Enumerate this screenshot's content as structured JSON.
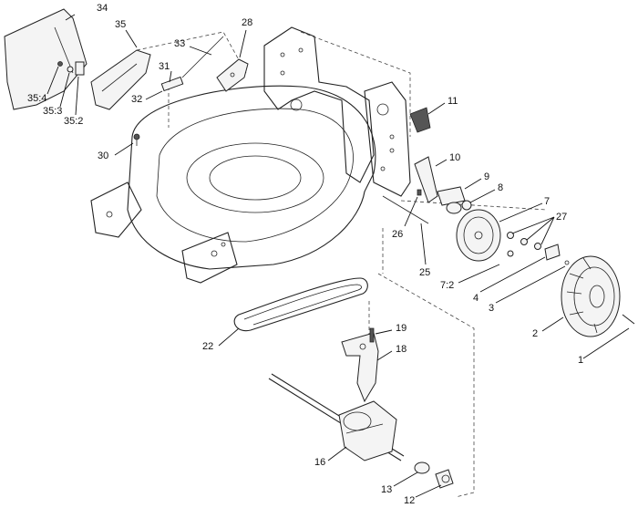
{
  "callouts": [
    {
      "id": "c1",
      "text": "1"
    },
    {
      "id": "c2",
      "text": "2"
    },
    {
      "id": "c3",
      "text": "3"
    },
    {
      "id": "c4",
      "text": "4"
    },
    {
      "id": "c7",
      "text": "7"
    },
    {
      "id": "c7_2",
      "text": "7:2"
    },
    {
      "id": "c8",
      "text": "8"
    },
    {
      "id": "c9",
      "text": "9"
    },
    {
      "id": "c10",
      "text": "10"
    },
    {
      "id": "c11",
      "text": "11"
    },
    {
      "id": "c12",
      "text": "12"
    },
    {
      "id": "c13",
      "text": "13"
    },
    {
      "id": "c16",
      "text": "16"
    },
    {
      "id": "c18",
      "text": "18"
    },
    {
      "id": "c19",
      "text": "19"
    },
    {
      "id": "c22",
      "text": "22"
    },
    {
      "id": "c25",
      "text": "25"
    },
    {
      "id": "c26",
      "text": "26"
    },
    {
      "id": "c27",
      "text": "27"
    },
    {
      "id": "c28",
      "text": "28"
    },
    {
      "id": "c30",
      "text": "30"
    },
    {
      "id": "c31",
      "text": "31"
    },
    {
      "id": "c32",
      "text": "32"
    },
    {
      "id": "c33",
      "text": "33"
    },
    {
      "id": "c34",
      "text": "34"
    },
    {
      "id": "c35",
      "text": "35"
    },
    {
      "id": "c35_2",
      "text": "35:2"
    },
    {
      "id": "c35_3",
      "text": "35:3"
    },
    {
      "id": "c35_4",
      "text": "35:4"
    }
  ]
}
